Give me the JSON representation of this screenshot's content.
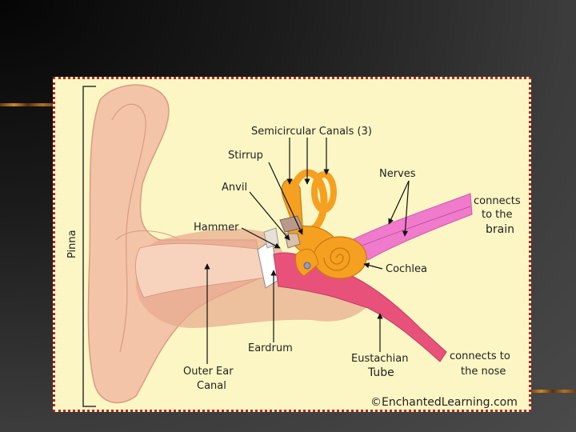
{
  "labels": {
    "semicircular": "Semicircular Canals (3)",
    "stirrup": "Stirrup",
    "anvil": "Anvil",
    "hammer": "Hammer",
    "nerves": "Nerves",
    "brain_1": "connects",
    "brain_2": "to the",
    "brain_3": "brain",
    "cochlea": "Cochlea",
    "pinna": "Pinna",
    "eardrum": "Eardrum",
    "outer_1": "Outer Ear",
    "outer_2": "Canal",
    "eust_1": "Eustachian",
    "eust_2": "Tube",
    "nose_1": "connects to",
    "nose_2": "the nose",
    "credit": "©EnchantedLearning.com"
  },
  "colors": {
    "background": "#3a3a3a",
    "panel": "#fcf6c4",
    "panel_border": "#b8231e",
    "skin": "#f4c4a8",
    "skin_dark": "#e7a98e",
    "inner_ear": "#f5a020",
    "nerve": "#f07acb",
    "tube": "#e8527a"
  }
}
